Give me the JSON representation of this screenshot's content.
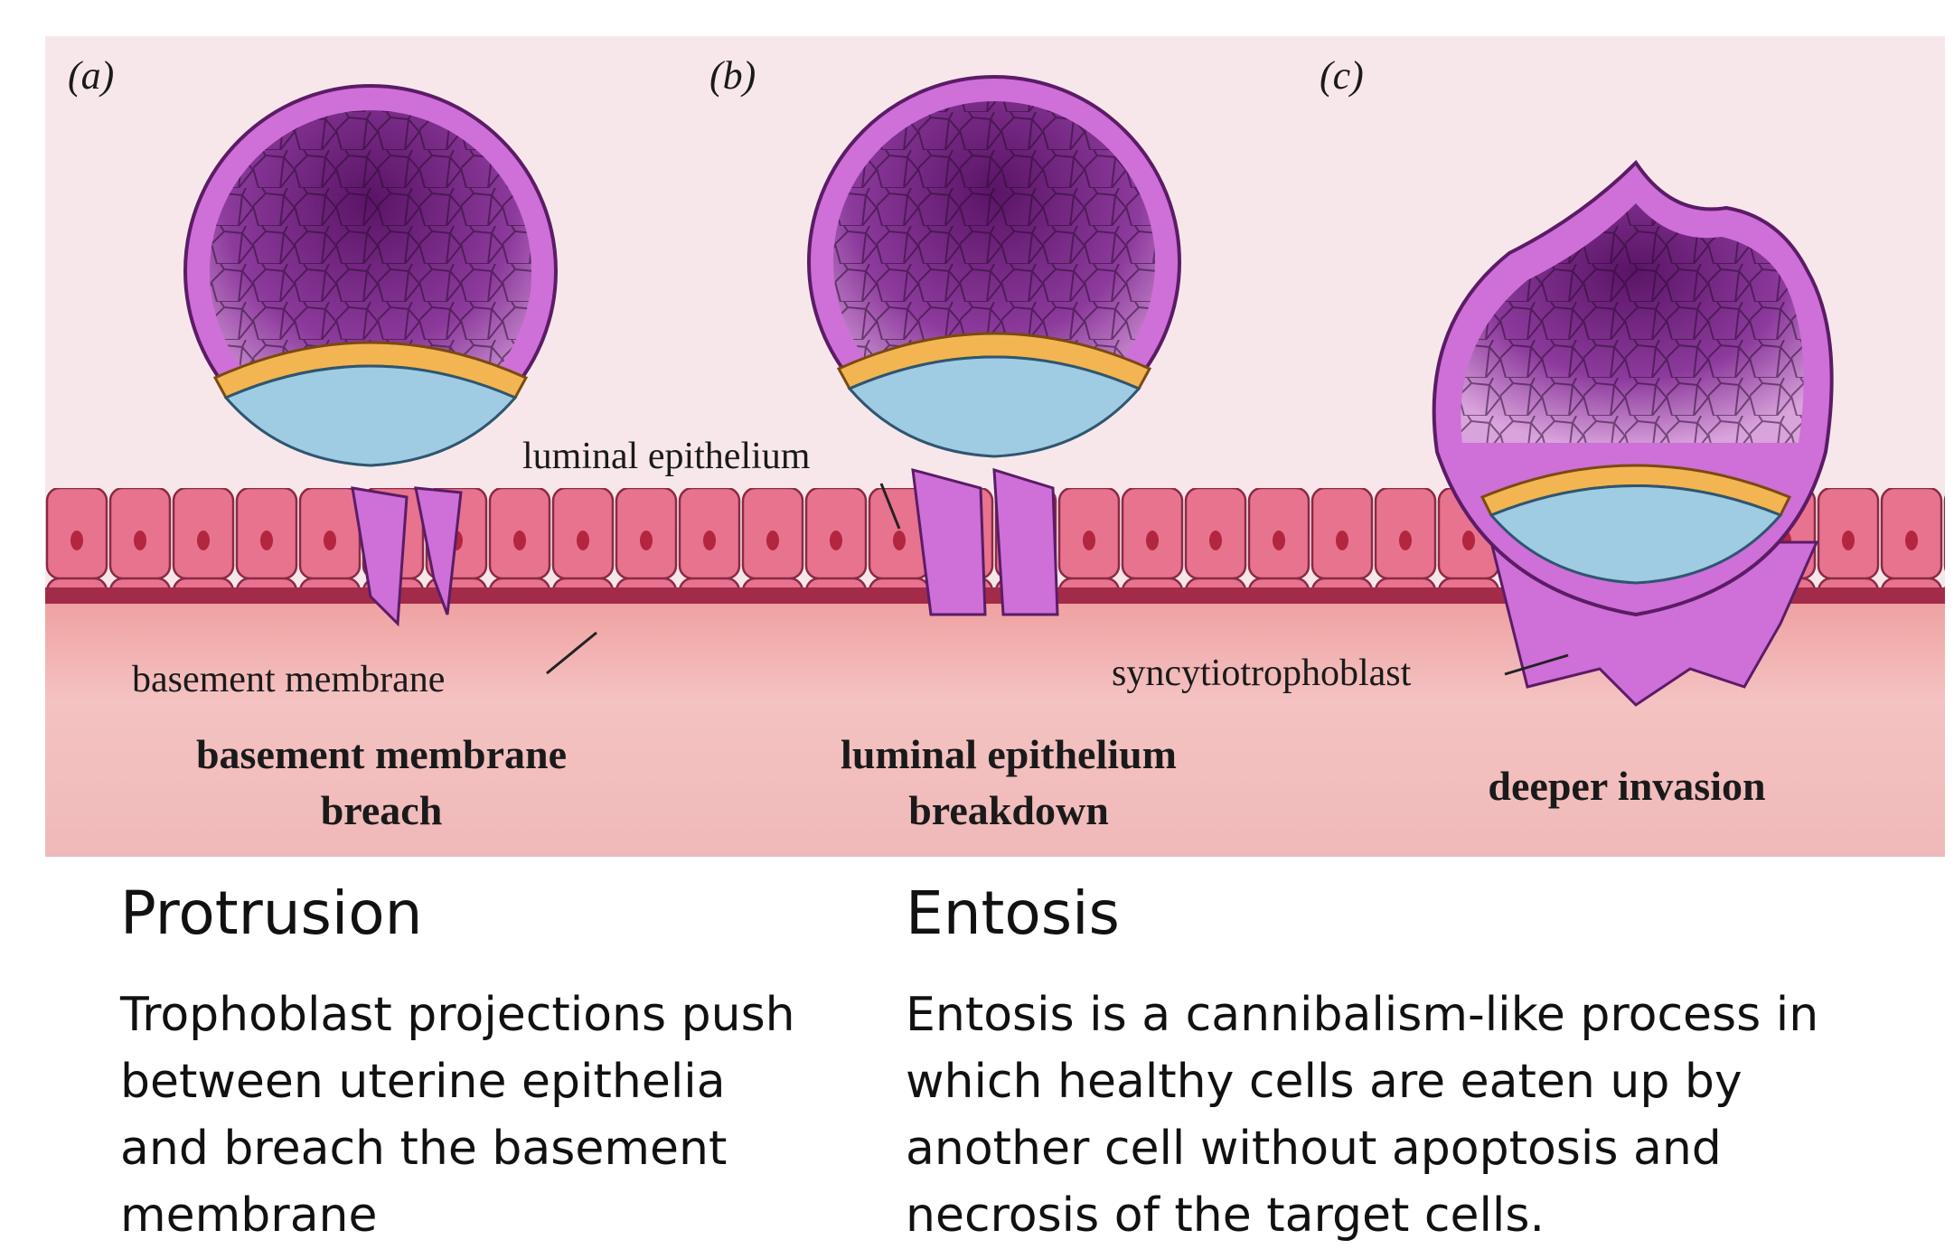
{
  "diagram": {
    "panel_labels": [
      "(a)",
      "(b)",
      "(c)"
    ],
    "labels": {
      "luminal_epithelium": "luminal epithelium",
      "basement_membrane": "basement membrane",
      "syncytiotrophoblast": "syncytiotrophoblast"
    },
    "captions": {
      "a_line1": "basement membrane",
      "a_line2": "breach",
      "b_line1": "luminal epithelium",
      "b_line2": "breakdown",
      "c": "deeper invasion"
    },
    "colors": {
      "background_top": "#f8e7ea",
      "stroma": "#f2bcbd",
      "epithelium": "#e26f8f",
      "trophoblast": "#cf6fd8",
      "inner_cell_mass": "#7a2a8a",
      "hypoblast": "#f2b552",
      "epiblast": "#9fcbe3"
    }
  },
  "sections": {
    "left": {
      "title": "Protrusion",
      "body": "Trophoblast projections push between uterine epithelia and breach the basement membrane"
    },
    "right": {
      "title": "Entosis",
      "body": "Entosis is a cannibalism-like process in which healthy cells are eaten up by another cell without apoptosis and necrosis of the target cells."
    }
  }
}
